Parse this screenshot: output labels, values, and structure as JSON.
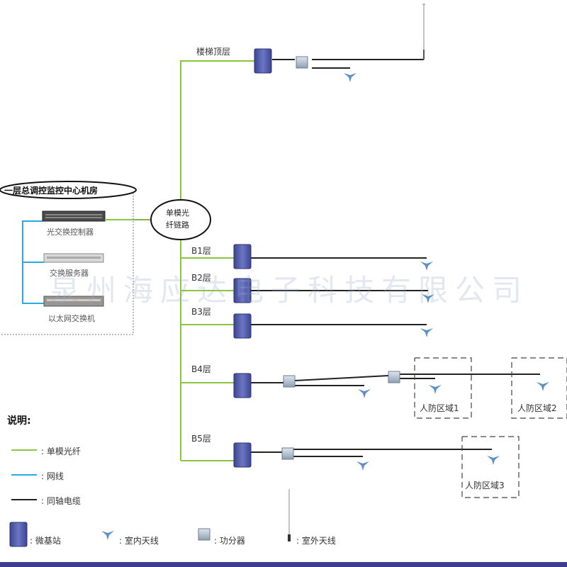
{
  "control_room": {
    "title": "一层总调控监控中心机房",
    "devices": [
      "光交换控制器",
      "交换服务器",
      "以太网交换机"
    ]
  },
  "splitter_label": [
    "单模光",
    "纤链路"
  ],
  "floors": {
    "top": "楼梯顶层",
    "b1": "B1层",
    "b2": "B2层",
    "b3": "B3层",
    "b4": "B4层",
    "b5": "B5层"
  },
  "zones": [
    "人防区域1",
    "人防区域2",
    "人防区域3"
  ],
  "watermark": "泉州海应达电子科技有限公司",
  "legend": {
    "title": "说明:",
    "lines": [
      {
        "label": ": 单模光纤",
        "color": "#8cc63f"
      },
      {
        "label": ": 网线",
        "color": "#29abe2"
      },
      {
        "label": ": 同轴电缆",
        "color": "#222222"
      }
    ],
    "icons": [
      {
        "label": ": 微基站",
        "icon": "base-station-icon"
      },
      {
        "label": ": 室内天线",
        "icon": "indoor-antenna-icon"
      },
      {
        "label": ": 功分器",
        "icon": "power-splitter-icon"
      },
      {
        "label": ": 室外天线",
        "icon": "outdoor-antenna-icon"
      }
    ]
  },
  "colors": {
    "fiber": "#8cc63f",
    "ethernet": "#29abe2",
    "coax": "#222222",
    "base_station": "#4a55a2",
    "antenna": "#5b8fc7"
  }
}
